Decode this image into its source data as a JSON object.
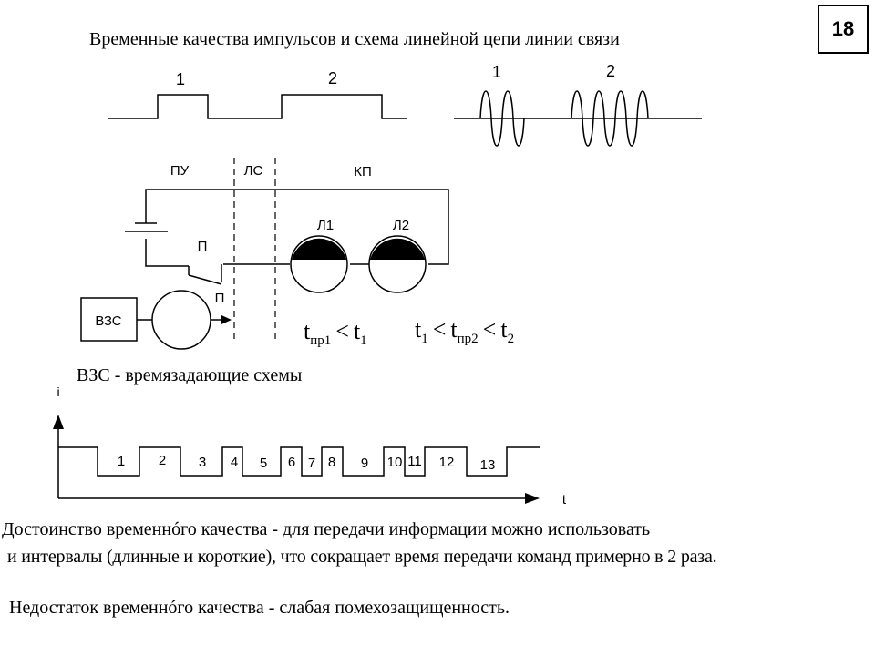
{
  "title": "Временные качества импульсов и схема линейной цепи линии связи",
  "slide_number": "18",
  "pulse_labels": [
    "1",
    "2"
  ],
  "sine_labels": [
    "1",
    "2"
  ],
  "zones": [
    "ПУ",
    "ЛС",
    "КП"
  ],
  "switch_labels": [
    "П",
    "П"
  ],
  "lamp_labels": [
    "Л1",
    "Л2"
  ],
  "vzs_box_label": "ВЗС",
  "formula1": {
    "t": "t",
    "sub": "пр1",
    "rel": "<",
    "t2": "t",
    "sub2": "1"
  },
  "formula2": {
    "t_a": "t",
    "sub_a": "1",
    "rel_a": "<",
    "t_b": "t",
    "sub_b": "пр2",
    "rel_b": "<",
    "t_c": "t",
    "sub_c": "2"
  },
  "vzs_caption": "ВЗС - времязадающие схемы",
  "timing": {
    "y_axis_label": "i",
    "x_axis_label": "t",
    "intervals": [
      "1",
      "2",
      "3",
      "4",
      "5",
      "6",
      "7",
      "8",
      "9",
      "10",
      "11",
      "12",
      "13"
    ]
  },
  "text_advantage_line1": "Достоинство временнóго качества - для передачи информации можно использовать",
  "text_advantage_line2": "и интервалы (длинные и короткие), что сокращает время передачи команд примерно в 2 раза.",
  "text_disadvantage": "Недостаток временнóго качества - слабая помехозащищенность."
}
